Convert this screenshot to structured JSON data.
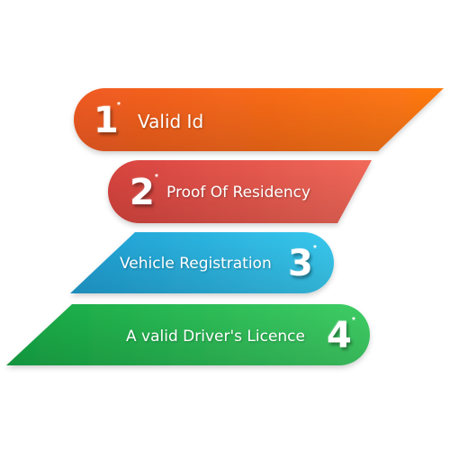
{
  "steps": [
    {
      "number": "1",
      "marker": "*",
      "label": "Valid Id",
      "color_start": "#f05a22",
      "color_end": "#ff7a10"
    },
    {
      "number": "2",
      "marker": "*",
      "label": "Proof Of Residency",
      "color_start": "#d9443f",
      "color_end": "#f2695a"
    },
    {
      "number": "3",
      "marker": "*",
      "label": "Vehicle Registration",
      "color_start": "#25a7d8",
      "color_end": "#36c4ec"
    },
    {
      "number": "4",
      "marker": "*",
      "label": "A valid Driver's Licence",
      "color_start": "#1aae4a",
      "color_end": "#3dcb63"
    }
  ]
}
